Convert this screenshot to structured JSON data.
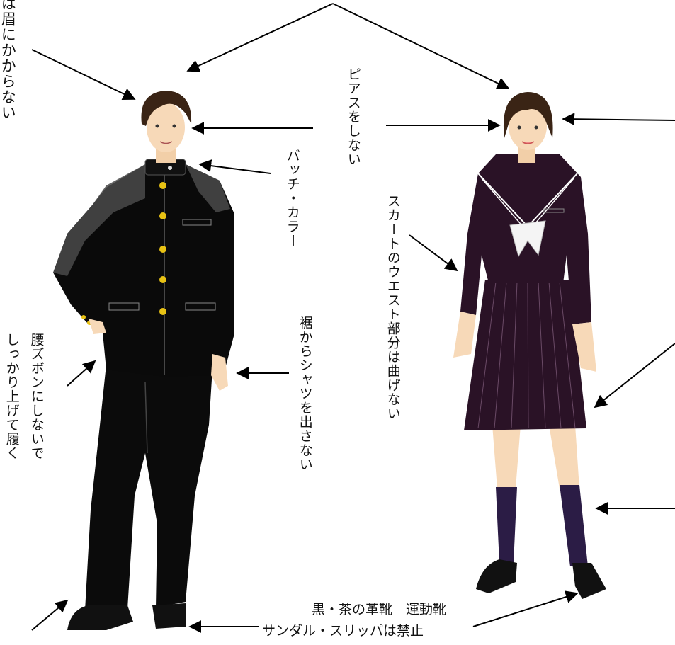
{
  "labels": {
    "hair_note": "は眉にかからない",
    "piercing": "ピアスをしない",
    "badge_collar": "バッチ・カラー",
    "skirt_waist": "スカートのウエスト部分は曲げない",
    "trousers_line1": "しっかり上げて履く",
    "trousers_line2": "腰ズボンにしないで",
    "shirt_hem": "裾からシャツを出さない",
    "shoes": "黒・茶の革靴　運動靴",
    "sandals": "サンダル・スリッパは禁止"
  },
  "colors": {
    "uniform": "#0a0a0a",
    "sailor": "#2a1226",
    "socks": "#2b1c45",
    "skin": "#f7d9b8",
    "hair": "#3a2415",
    "button": "#e8c214"
  }
}
